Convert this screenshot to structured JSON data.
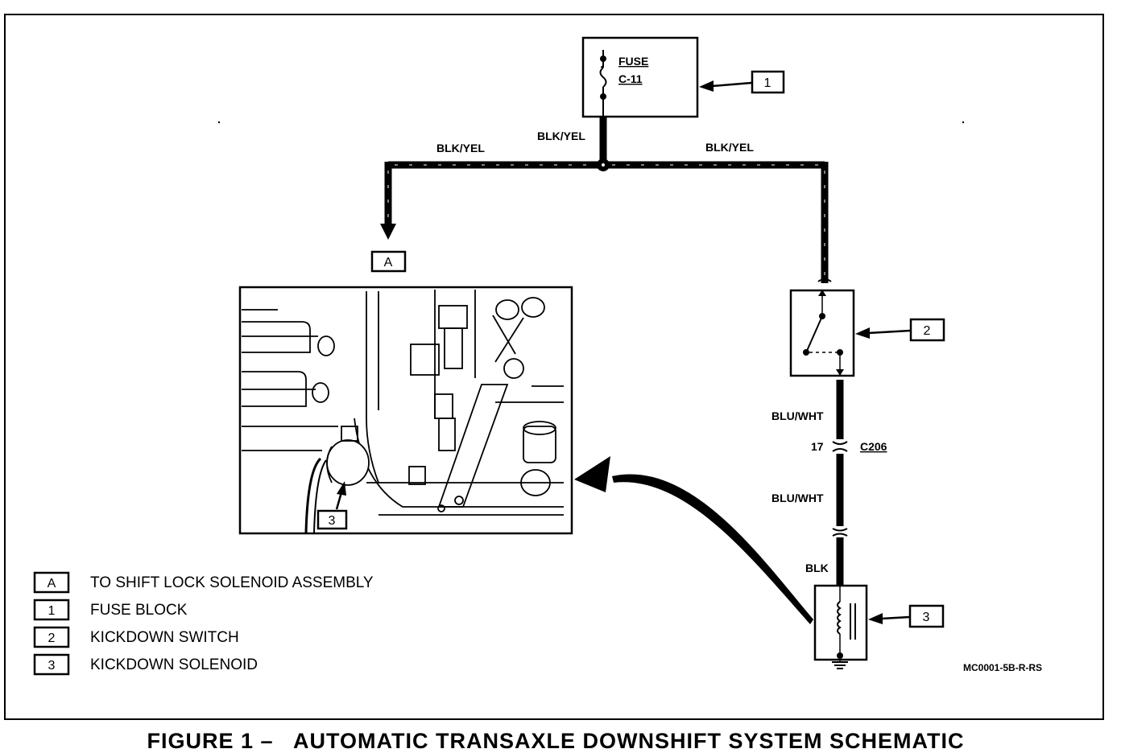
{
  "caption": "FIGURE 1 –   AUTOMATIC TRANSAXLE DOWNSHIFT SYSTEM SCHEMATIC",
  "fuse": {
    "label": "FUSE",
    "id": "C-11"
  },
  "wires": {
    "left": "BLK/YEL",
    "center": "BLK/YEL",
    "right": "BLK/YEL",
    "switch_to_connector": "BLU/WHT",
    "connector_to_solenoid": "BLU/WHT",
    "solenoid_feed": "BLK"
  },
  "connector": {
    "pin": "17",
    "id": "C206"
  },
  "callouts": {
    "fuse_block": "1",
    "kickdown_switch": "2",
    "kickdown_solenoid": "3",
    "detail_solenoid": "3",
    "shift_lock": "A"
  },
  "legend": [
    {
      "key": "A",
      "text": "TO SHIFT LOCK SOLENOID ASSEMBLY"
    },
    {
      "key": "1",
      "text": "FUSE BLOCK"
    },
    {
      "key": "2",
      "text": "KICKDOWN SWITCH"
    },
    {
      "key": "3",
      "text": "KICKDOWN SOLENOID"
    }
  ],
  "drawing_code": "MC0001-5B-R-RS"
}
